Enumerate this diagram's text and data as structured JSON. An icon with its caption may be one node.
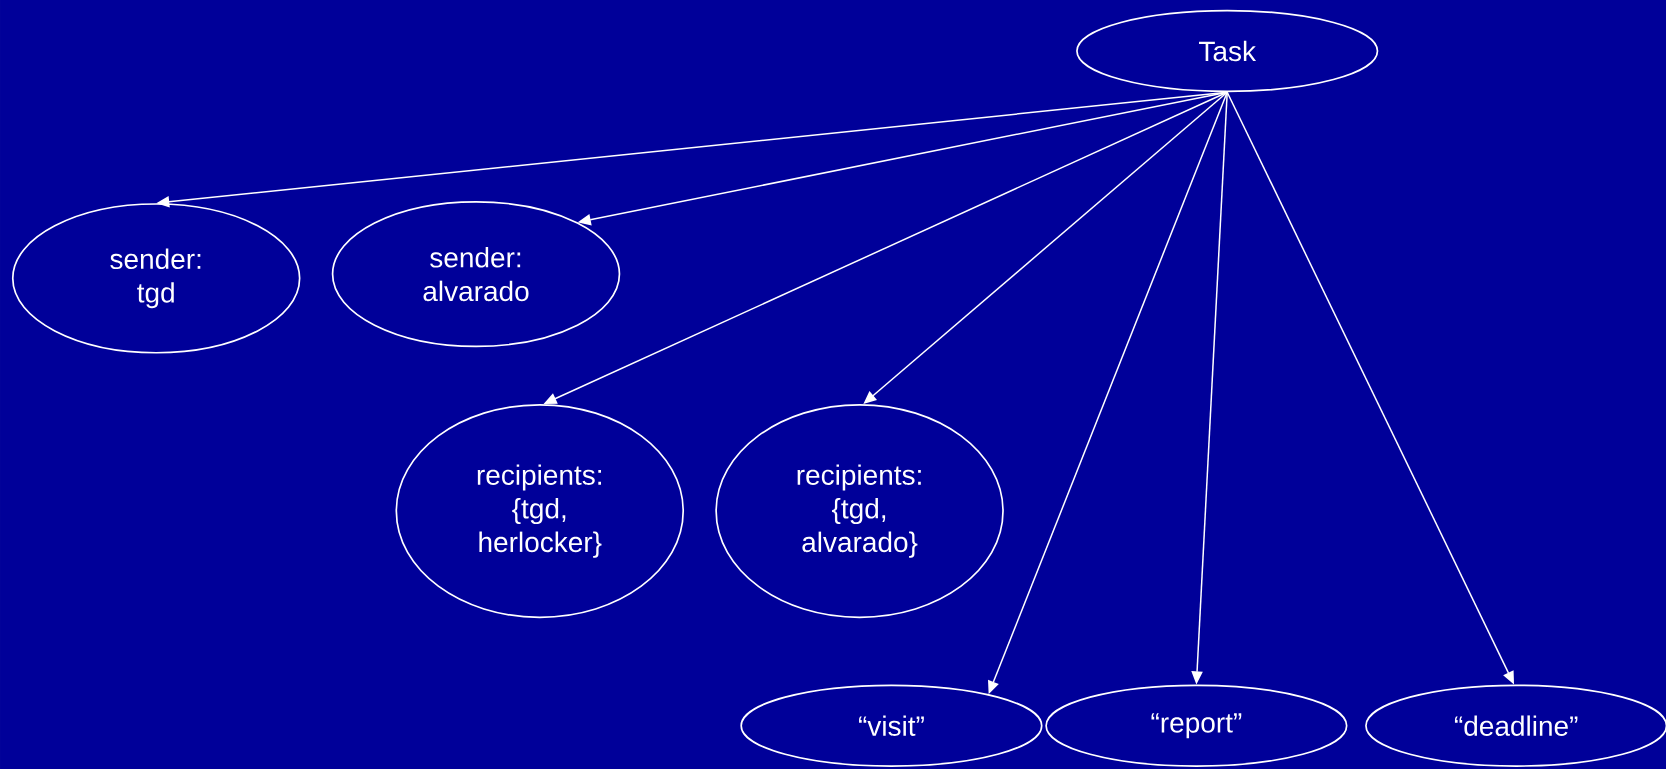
{
  "diagram": {
    "nodes": [
      {
        "text": [
          "Task"
        ]
      },
      {
        "text": [
          "sender: tgd"
        ]
      },
      {
        "text": [
          "sender: alvarado"
        ]
      },
      {
        "text": [
          "recipients: {tgd, herlocker}"
        ]
      },
      {
        "text": [
          "recipients: {tgd, alvarado}"
        ]
      },
      {
        "text": [
          "“visit”"
        ]
      },
      {
        "text": [
          "“report”"
        ]
      },
      {
        "text": [
          "“deadline”"
        ]
      }
    ],
    "edges": [
      {
        "from": 0,
        "to": 1,
        "arrow": "to"
      },
      {
        "from": 0,
        "to": 2,
        "arrow": "to"
      },
      {
        "from": 0,
        "to": 3,
        "arrow": "to"
      },
      {
        "from": 0,
        "to": 4,
        "arrow": "to"
      },
      {
        "from": 0,
        "to": 5,
        "arrow": "to"
      },
      {
        "from": 0,
        "to": 6,
        "arrow": "to"
      },
      {
        "from": 0,
        "to": 7,
        "arrow": "to"
      }
    ]
  }
}
